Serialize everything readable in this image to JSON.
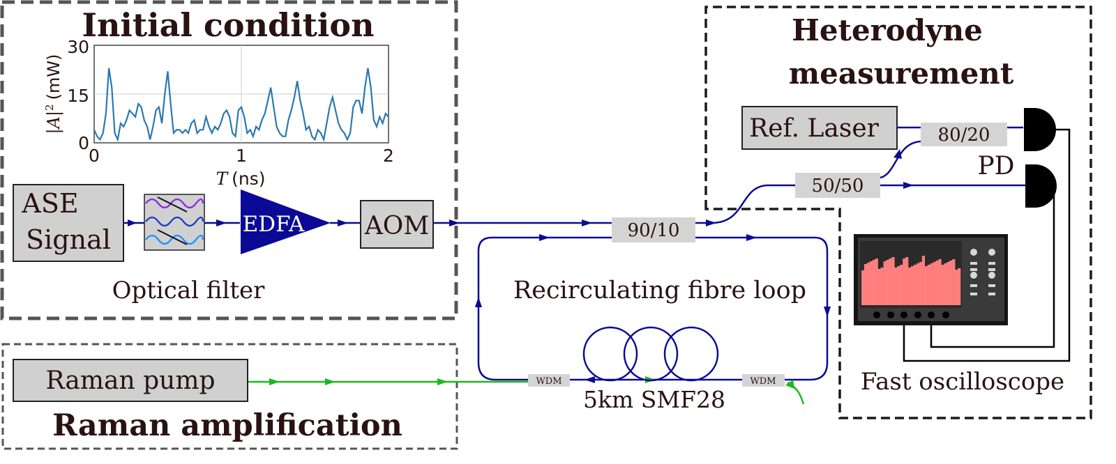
{
  "colors": {
    "fibre": "#0a0a96",
    "pump": "#1db81d",
    "box_fill": "#d0d0d0",
    "coupler_fill": "#d4d4d4",
    "dash_gray": "#555555",
    "dash_dark": "#1a1a1a",
    "trace": "#2a78b0",
    "screen": "#ff7f7f"
  },
  "sections": {
    "initial_condition": "Initial condition",
    "heterodyne_line1": "Heterodyne",
    "heterodyne_line2": "measurement",
    "raman_amplification": "Raman amplification"
  },
  "components": {
    "ase_line1": "ASE",
    "ase_line2": "Signal",
    "optical_filter": "Optical filter",
    "edfa": "EDFA",
    "aom": "AOM",
    "coupler_90_10": "90/10",
    "coupler_50_50": "50/50",
    "coupler_80_20": "80/20",
    "ref_laser": "Ref. Laser",
    "pd": "PD",
    "oscilloscope": "Fast oscilloscope",
    "loop": "Recirculating fibre loop",
    "wdm_left": "WDM",
    "wdm_right": "WDM",
    "fibre_spool": "5km SMF28",
    "raman_pump": "Raman pump"
  },
  "icons": [
    "filter-icon",
    "amplifier-icon",
    "photodiode-icon",
    "oscilloscope-icon",
    "fibre-spool-icon"
  ],
  "chart_data": {
    "type": "line",
    "title": "",
    "xlabel_symbol": "T",
    "xlabel_unit": "(ns)",
    "ylabel_symbol": "|A|",
    "ylabel_exp": "2",
    "ylabel_unit": "(mW)",
    "xlim": [
      0,
      2
    ],
    "ylim": [
      0,
      30
    ],
    "x_ticks": [
      "0",
      "1",
      "2"
    ],
    "y_ticks": [
      "0",
      "15",
      "30"
    ],
    "grid": true,
    "series": [
      {
        "x": [
          0.0,
          0.02,
          0.04,
          0.06,
          0.08,
          0.1,
          0.12,
          0.14,
          0.16,
          0.18,
          0.2,
          0.22,
          0.24,
          0.26,
          0.28,
          0.3,
          0.32,
          0.34,
          0.36,
          0.38,
          0.4,
          0.42,
          0.44,
          0.46,
          0.48,
          0.5,
          0.52,
          0.54,
          0.56,
          0.58,
          0.6,
          0.62,
          0.64,
          0.66,
          0.68,
          0.7,
          0.72,
          0.74,
          0.76,
          0.78,
          0.8,
          0.82,
          0.84,
          0.86,
          0.88,
          0.9,
          0.92,
          0.94,
          0.96,
          0.98,
          1.0,
          1.02,
          1.04,
          1.06,
          1.08,
          1.1,
          1.12,
          1.14,
          1.16,
          1.18,
          1.2,
          1.22,
          1.24,
          1.26,
          1.28,
          1.3,
          1.32,
          1.34,
          1.36,
          1.38,
          1.4,
          1.42,
          1.44,
          1.46,
          1.48,
          1.5,
          1.52,
          1.54,
          1.56,
          1.58,
          1.6,
          1.62,
          1.64,
          1.66,
          1.68,
          1.7,
          1.72,
          1.74,
          1.76,
          1.78,
          1.8,
          1.82,
          1.84,
          1.86,
          1.88,
          1.9,
          1.92,
          1.94,
          1.96,
          1.98,
          2.0
        ],
        "y": [
          4,
          2,
          1,
          3,
          9,
          23,
          17,
          3,
          1,
          6,
          5,
          7,
          10,
          9,
          8,
          12,
          11,
          7,
          5,
          1,
          5,
          10,
          11,
          6,
          15,
          22,
          12,
          3,
          4,
          4,
          3,
          4,
          3,
          6,
          7,
          3,
          4,
          4,
          8,
          5,
          3,
          5,
          4,
          6,
          9,
          10,
          8,
          3,
          2,
          10,
          11,
          8,
          3,
          4,
          2,
          5,
          4,
          7,
          9,
          13,
          17,
          11,
          5,
          3,
          2,
          2,
          7,
          10,
          14,
          19,
          13,
          9,
          4,
          5,
          2,
          1,
          4,
          3,
          1,
          6,
          11,
          14,
          10,
          6,
          4,
          3,
          1,
          3,
          11,
          13,
          13,
          9,
          17,
          23,
          17,
          7,
          5,
          8,
          6,
          9,
          8
        ]
      }
    ]
  }
}
